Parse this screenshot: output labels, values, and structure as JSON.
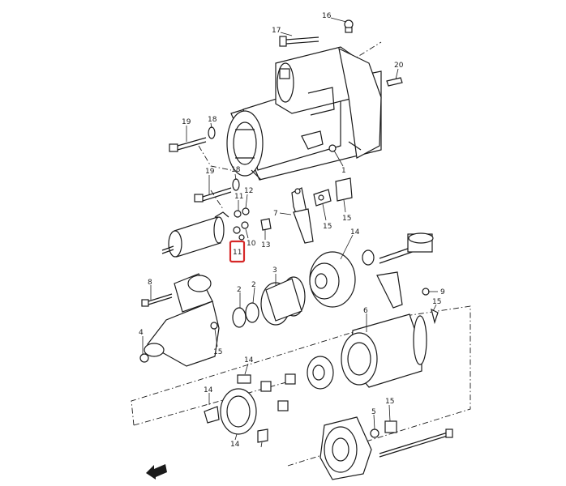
{
  "labels": {
    "l16": "16",
    "l17": "17",
    "l20": "20",
    "l19a": "19",
    "l18a": "18",
    "l1": "1",
    "l19b": "19",
    "l18b": "18",
    "l11": "11",
    "l12": "12",
    "l7": "7",
    "l10": "10",
    "l11b": "11",
    "l13": "13",
    "l15a": "15",
    "l15b": "15",
    "l14a": "14",
    "l8": "8",
    "l3": "3",
    "l2a": "2",
    "l2b": "2",
    "l9": "9",
    "l15c": "15",
    "l4": "4",
    "l15d": "15",
    "l6": "6",
    "l14b": "14",
    "l14c": "14",
    "l14d": "14",
    "l5": "5",
    "l15e": "15"
  },
  "highlight_color": "#d62828",
  "icons": {
    "direction_arrow": "arrow-left-icon"
  }
}
